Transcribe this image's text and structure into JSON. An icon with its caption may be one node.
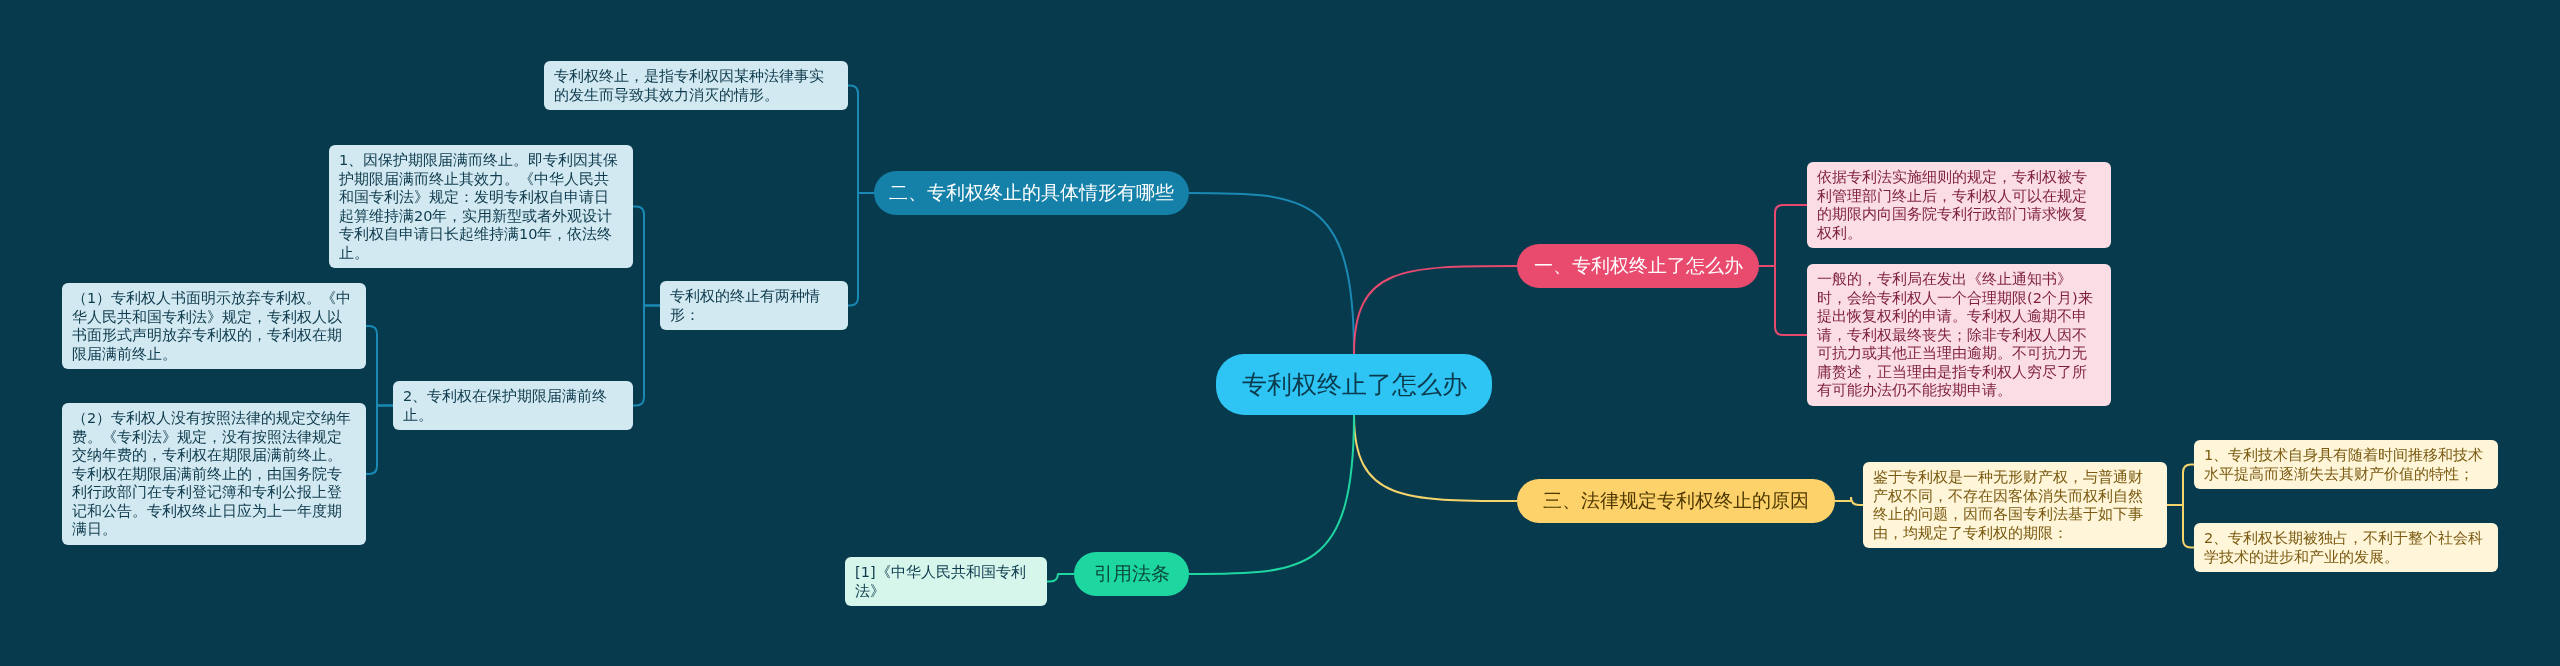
{
  "diagram": {
    "nodes": [
      {
        "text": [
          "专利权终止了怎么办"
        ]
      },
      {
        "text": [
          "二、专利权终止的具体情形有哪些"
        ]
      },
      {
        "text": [
          "专利权终止，是指专利权因某种法律事实的发生而导致其效力消灭的情形。"
        ]
      },
      {
        "text": [
          "专利权的终止有两种情形："
        ]
      },
      {
        "text": [
          "1、因保护期限届满而终止。即专利因其保护期限届满而终止其效力。《中华人民共和国专利法》规定：发明专利权自申请日起算维持满20年，实用新型或者外观设计专利权自申请日长起维持满10年，依法终止。"
        ]
      },
      {
        "text": [
          "2、专利权在保护期限届满前终止。"
        ]
      },
      {
        "text": [
          "（1）专利权人书面明示放弃专利权。《中华人民共和国专利法》规定，专利权人以书面形式声明放弃专利权的，专利权在期限届满前终止。"
        ]
      },
      {
        "text": [
          "（2）专利权人没有按照法律的规定交纳年费。《专利法》规定，没有按照法律规定交纳年费的，专利权在期限届满前终止。专利权在期限届满前终止的，由国务院专利行政部门在专利登记簿和专利公报上登记和公告。专利权终止日应为上一年度期满日。"
        ]
      },
      {
        "text": [
          "一、专利权终止了怎么办"
        ]
      },
      {
        "text": [
          "依据专利法实施细则的规定，专利权被专利管理部门终止后，专利权人可以在规定的期限内向国务院专利行政部门请求恢复权利。"
        ]
      },
      {
        "text": [
          "一般的，专利局在发出《终止通知书》时，会给专利权人一个合理期限(2个月)来提出恢复权利的申请。专利权人逾期不申请，专利权最终丧失；除非专利权人因不可抗力或其他正当理由逾期。不可抗力无庸赘述，正当理由是指专利权人穷尽了所有可能办法仍不能按期申请。"
        ]
      },
      {
        "text": [
          "三、法律规定专利权终止的原因"
        ]
      },
      {
        "text": [
          "鉴于专利权是一种无形财产权，与普通财产权不同，不存在因客体消失而权利自然终止的问题，因而各国专利法基于如下事由，均规定了专利权的期限："
        ]
      },
      {
        "text": [
          "1、专利技术自身具有随着时间推移和技术水平提高而逐渐失去其财产价值的特性；"
        ]
      },
      {
        "text": [
          "2、专利权长期被独占，不利于整个社会科学技术的进步和产业的发展。"
        ]
      },
      {
        "text": [
          "引用法条"
        ]
      },
      {
        "text": [
          "[1]《中华人民共和国专利法》"
        ]
      }
    ],
    "edges": [
      {
        "from": 0,
        "to": 1,
        "arrow": "none"
      },
      {
        "from": 1,
        "to": 2,
        "arrow": "none"
      },
      {
        "from": 1,
        "to": 3,
        "arrow": "none"
      },
      {
        "from": 3,
        "to": 4,
        "arrow": "none"
      },
      {
        "from": 3,
        "to": 5,
        "arrow": "none"
      },
      {
        "from": 5,
        "to": 6,
        "arrow": "none"
      },
      {
        "from": 5,
        "to": 7,
        "arrow": "none"
      },
      {
        "from": 0,
        "to": 8,
        "arrow": "none",
        "color": "#e8496e"
      },
      {
        "from": 8,
        "to": 9,
        "arrow": "none",
        "color": "#e8496e"
      },
      {
        "from": 8,
        "to": 10,
        "arrow": "none",
        "color": "#e8496e"
      },
      {
        "from": 0,
        "to": 11,
        "arrow": "none",
        "color": "#f6d46c"
      },
      {
        "from": 11,
        "to": 12,
        "arrow": "none",
        "color": "#f6d46c"
      },
      {
        "from": 12,
        "to": 13,
        "arrow": "none",
        "color": "#f6d46c"
      },
      {
        "from": 12,
        "to": 14,
        "arrow": "none",
        "color": "#f6d46c"
      },
      {
        "from": 0,
        "to": 15,
        "arrow": "none",
        "color": "#1fd6a0"
      },
      {
        "from": 15,
        "to": 16,
        "arrow": "none",
        "color": "#1fd6a0"
      }
    ]
  }
}
